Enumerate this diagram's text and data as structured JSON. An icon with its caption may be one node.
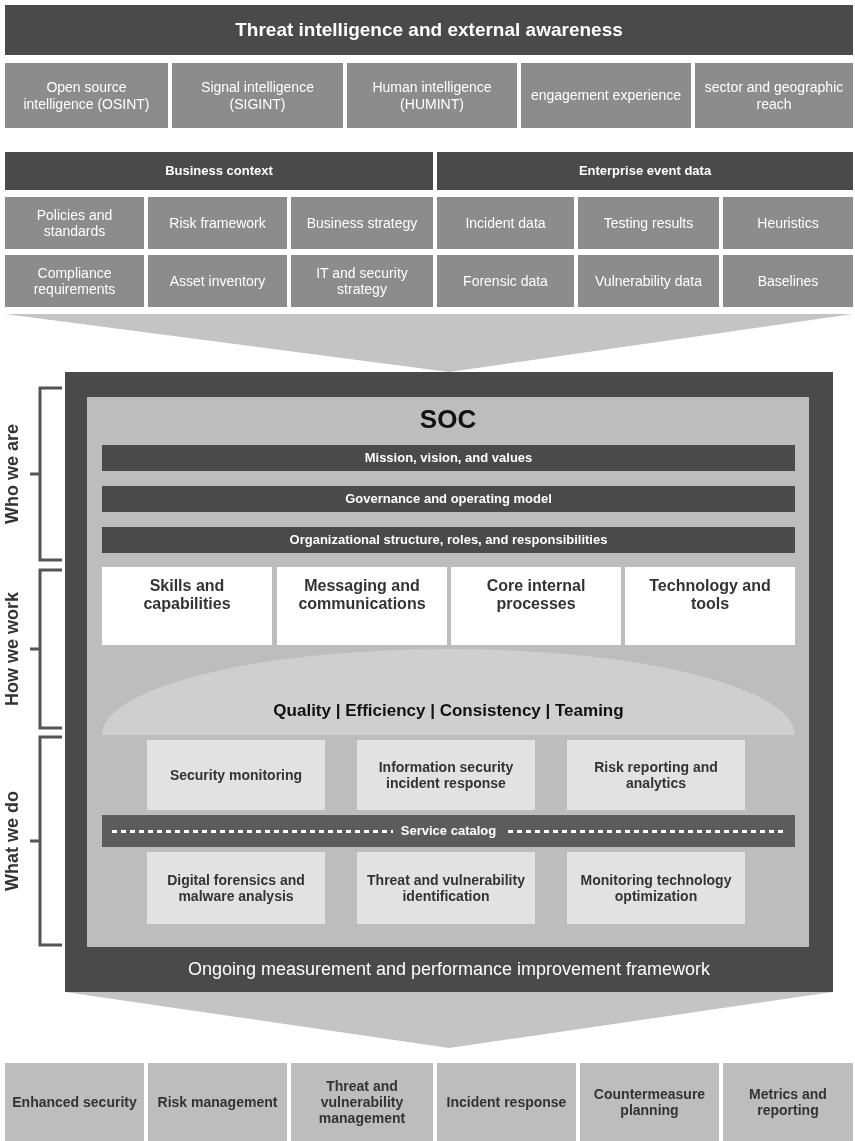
{
  "diagram": {
    "nodes": [
      {
        "text": [
          "Threat intelligence and external awareness"
        ]
      },
      {
        "text": [
          "Open source intelligence (OSINT)"
        ]
      },
      {
        "text": [
          "Signal intelligence (SIGINT)"
        ]
      },
      {
        "text": [
          "Human intelligence (HUMINT)"
        ]
      },
      {
        "text": [
          "engagement experience"
        ]
      },
      {
        "text": [
          "sector and geographic reach"
        ]
      },
      {
        "text": [
          "Business context"
        ]
      },
      {
        "text": [
          "Enterprise event data"
        ]
      },
      {
        "text": [
          "Policies and standards"
        ]
      },
      {
        "text": [
          "Risk framework"
        ]
      },
      {
        "text": [
          "Business strategy"
        ]
      },
      {
        "text": [
          "Incident data"
        ]
      },
      {
        "text": [
          "Testing results"
        ]
      },
      {
        "text": [
          "Heuristics"
        ]
      },
      {
        "text": [
          "Compliance requirements"
        ]
      },
      {
        "text": [
          "Asset inventory"
        ]
      },
      {
        "text": [
          "IT and security strategy"
        ]
      },
      {
        "text": [
          "Forensic data"
        ]
      },
      {
        "text": [
          "Vulnerability data"
        ]
      },
      {
        "text": [
          "Baselines"
        ]
      },
      {
        "text": [
          "Ongoing measurement and performance improvement framework"
        ]
      },
      {
        "text": [
          "SOC"
        ],
        "in": 20
      },
      {
        "text": [
          "Mission, vision, and values"
        ],
        "in": 21
      },
      {
        "text": [
          "Governance and operating model"
        ],
        "in": 21
      },
      {
        "text": [
          "Organizational structure, roles, and responsibilities"
        ],
        "in": 21
      },
      {
        "text": [
          "Skills and capabilities"
        ],
        "in": 21
      },
      {
        "text": [
          "Messaging and communications"
        ],
        "in": 21
      },
      {
        "text": [
          "Core internal processes"
        ],
        "in": 21
      },
      {
        "text": [
          "Technology and tools"
        ],
        "in": 21
      },
      {
        "text": [
          "Quality | Efficiency | Consistency | Teaming"
        ],
        "in": 21
      },
      {
        "text": [
          "Security monitoring"
        ],
        "in": 21
      },
      {
        "text": [
          "Information security incident response"
        ],
        "in": 21
      },
      {
        "text": [
          "Risk reporting and analytics"
        ],
        "in": 21
      },
      {
        "text": [
          "Service catalog"
        ],
        "in": 21
      },
      {
        "text": [
          "Digital forensics and malware analysis"
        ],
        "in": 21
      },
      {
        "text": [
          "Threat and vulnerability identification"
        ],
        "in": 21
      },
      {
        "text": [
          "Monitoring technology optimization"
        ],
        "in": 21
      },
      {
        "text": [
          "Enhanced security"
        ]
      },
      {
        "text": [
          "Risk management"
        ]
      },
      {
        "text": [
          "Threat and vulnerability management"
        ]
      },
      {
        "text": [
          "Incident response"
        ]
      },
      {
        "text": [
          "Countermeasure planning"
        ]
      },
      {
        "text": [
          "Metrics and reporting"
        ]
      }
    ],
    "edges": [
      {
        "from": null,
        "to": 20,
        "arrow": "to"
      },
      {
        "from": 20,
        "to": null,
        "arrow": "to"
      }
    ],
    "labels": [
      "Who we are",
      "How we work",
      "What we do"
    ]
  }
}
